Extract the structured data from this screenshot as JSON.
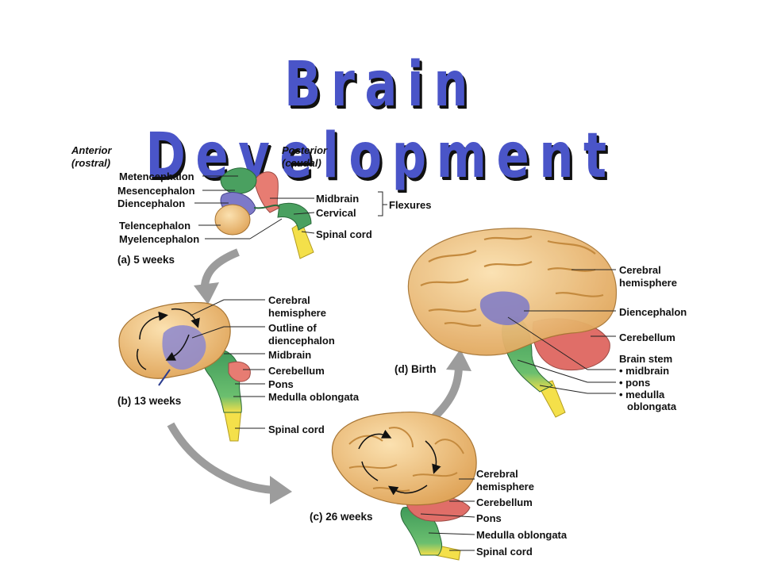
{
  "title": "Brain Development",
  "orientation": {
    "anterior": "Anterior",
    "anterior_sub": "(rostral)",
    "posterior": "Posterior",
    "posterior_sub": "(caudal)"
  },
  "stage_a": {
    "caption": "(a) 5 weeks",
    "labels": [
      "Metencephalon",
      "Mesencephalon",
      "Diencephalon",
      "Telencephalon",
      "Myelencephalon",
      "Midbrain",
      "Cervical",
      "Spinal cord"
    ],
    "flexures": "Flexures"
  },
  "stage_b": {
    "caption": "(b) 13 weeks",
    "labels": [
      "Cerebral",
      "hemisphere",
      "Outline of",
      "diencephalon",
      "Midbrain",
      "Cerebellum",
      "Pons",
      "Medulla oblongata",
      "Spinal cord"
    ]
  },
  "stage_c": {
    "caption": "(c) 26 weeks",
    "labels": [
      "Cerebral",
      "hemisphere",
      "Cerebellum",
      "Pons",
      "Medulla oblongata",
      "Spinal cord"
    ]
  },
  "stage_d": {
    "caption": "(d) Birth",
    "labels": [
      "Cerebral",
      "hemisphere",
      "Diencephalon",
      "Cerebellum",
      "Brain stem",
      "• midbrain",
      "• pons",
      "• medulla",
      "oblongata"
    ]
  },
  "colors": {
    "cerebrum": "#f2c27a",
    "diencephalon": "#7d79c8",
    "brainstem": "#3f9a5a",
    "cerebellum": "#e47a74",
    "spinal": "#f4e04a",
    "arrow": "#9c9c9c",
    "title": "#4a55c8"
  }
}
